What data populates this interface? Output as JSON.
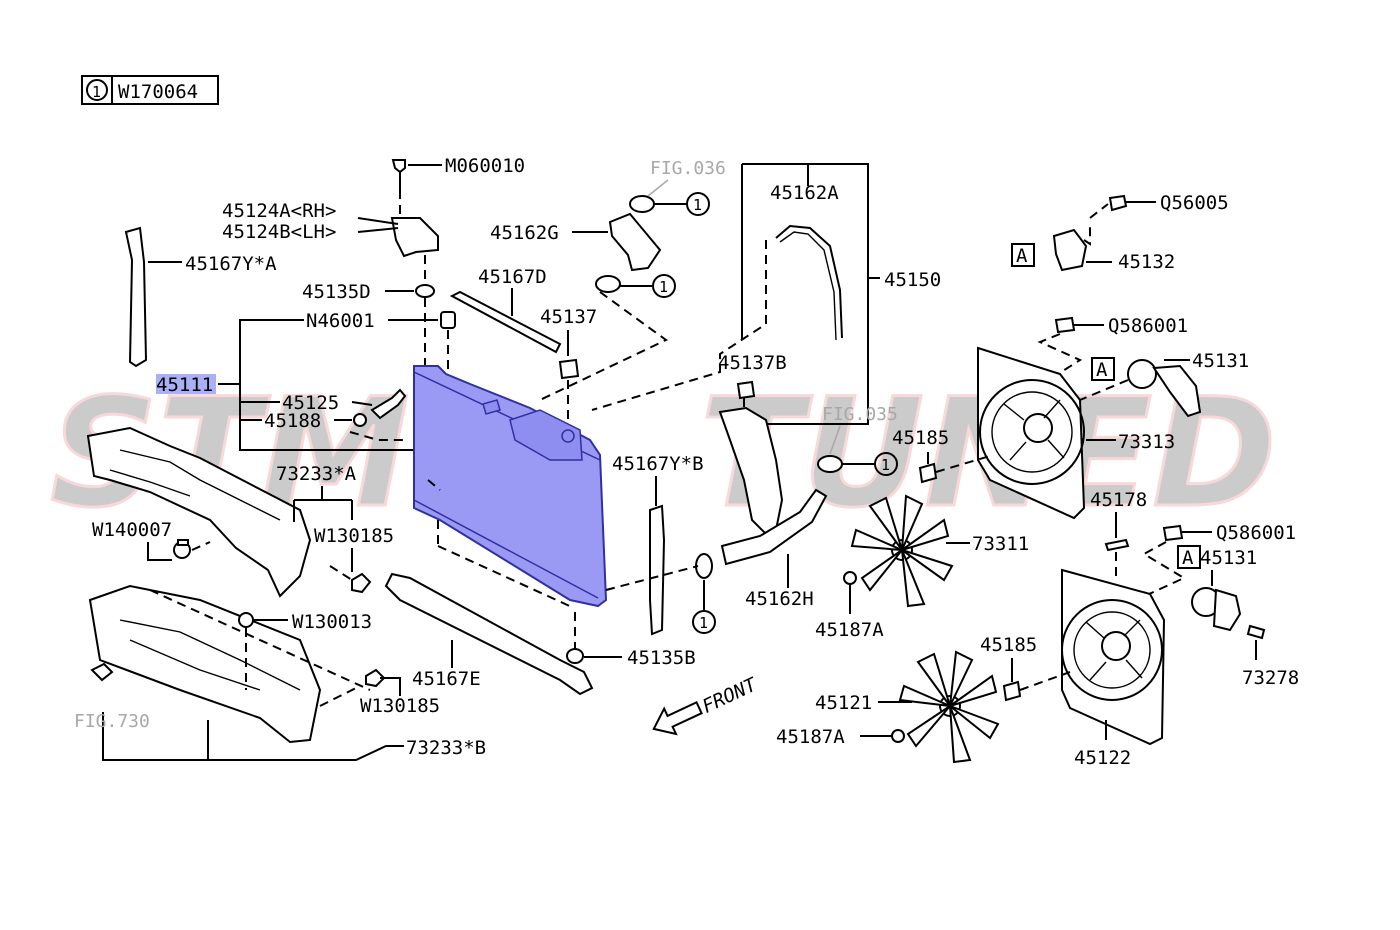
{
  "header": {
    "circle_mark": "1",
    "code": "W170064"
  },
  "watermark": {
    "left": "STM",
    "right": "TUNED"
  },
  "highlight_color": "#9a9af5",
  "labels": {
    "m060010": "M060010",
    "p45124a": "45124A<RH>",
    "p45124b": "45124B<LH>",
    "p45167y_a": "45167Y*A",
    "p45135d": "45135D",
    "n46001": "N46001",
    "p45111": "45111",
    "p45125": "45125",
    "p45188": "45188",
    "p73233_a": "73233*A",
    "w140007": "W140007",
    "w130185_a": "W130185",
    "w130013": "W130013",
    "w130185_b": "W130185",
    "fig730": "FIG.730",
    "p73233_b": "73233*B",
    "p45167e": "45167E",
    "p45167d": "45167D",
    "p45162g": "45162G",
    "fig036": "FIG.036",
    "p45137": "45137",
    "p45162a": "45162A",
    "p45150": "45150",
    "p45137b": "45137B",
    "fig035": "FIG.035",
    "p45167y_b": "45167Y*B",
    "p45135b": "45135B",
    "p45162h": "45162H",
    "front": "FRONT",
    "q56005": "Q56005",
    "p45132": "45132",
    "q586001_a": "Q586001",
    "p45131_a": "45131",
    "p45185_a": "45185",
    "p73313": "73313",
    "p45178": "45178",
    "q586001_b": "Q586001",
    "p45131_b": "45131",
    "p73311": "73311",
    "p45187a_a": "45187A",
    "p45185_b": "45185",
    "p73278": "73278",
    "p45121": "45121",
    "p45187a_b": "45187A",
    "p45122": "45122",
    "callout_1": "1",
    "ref_a": "A"
  }
}
